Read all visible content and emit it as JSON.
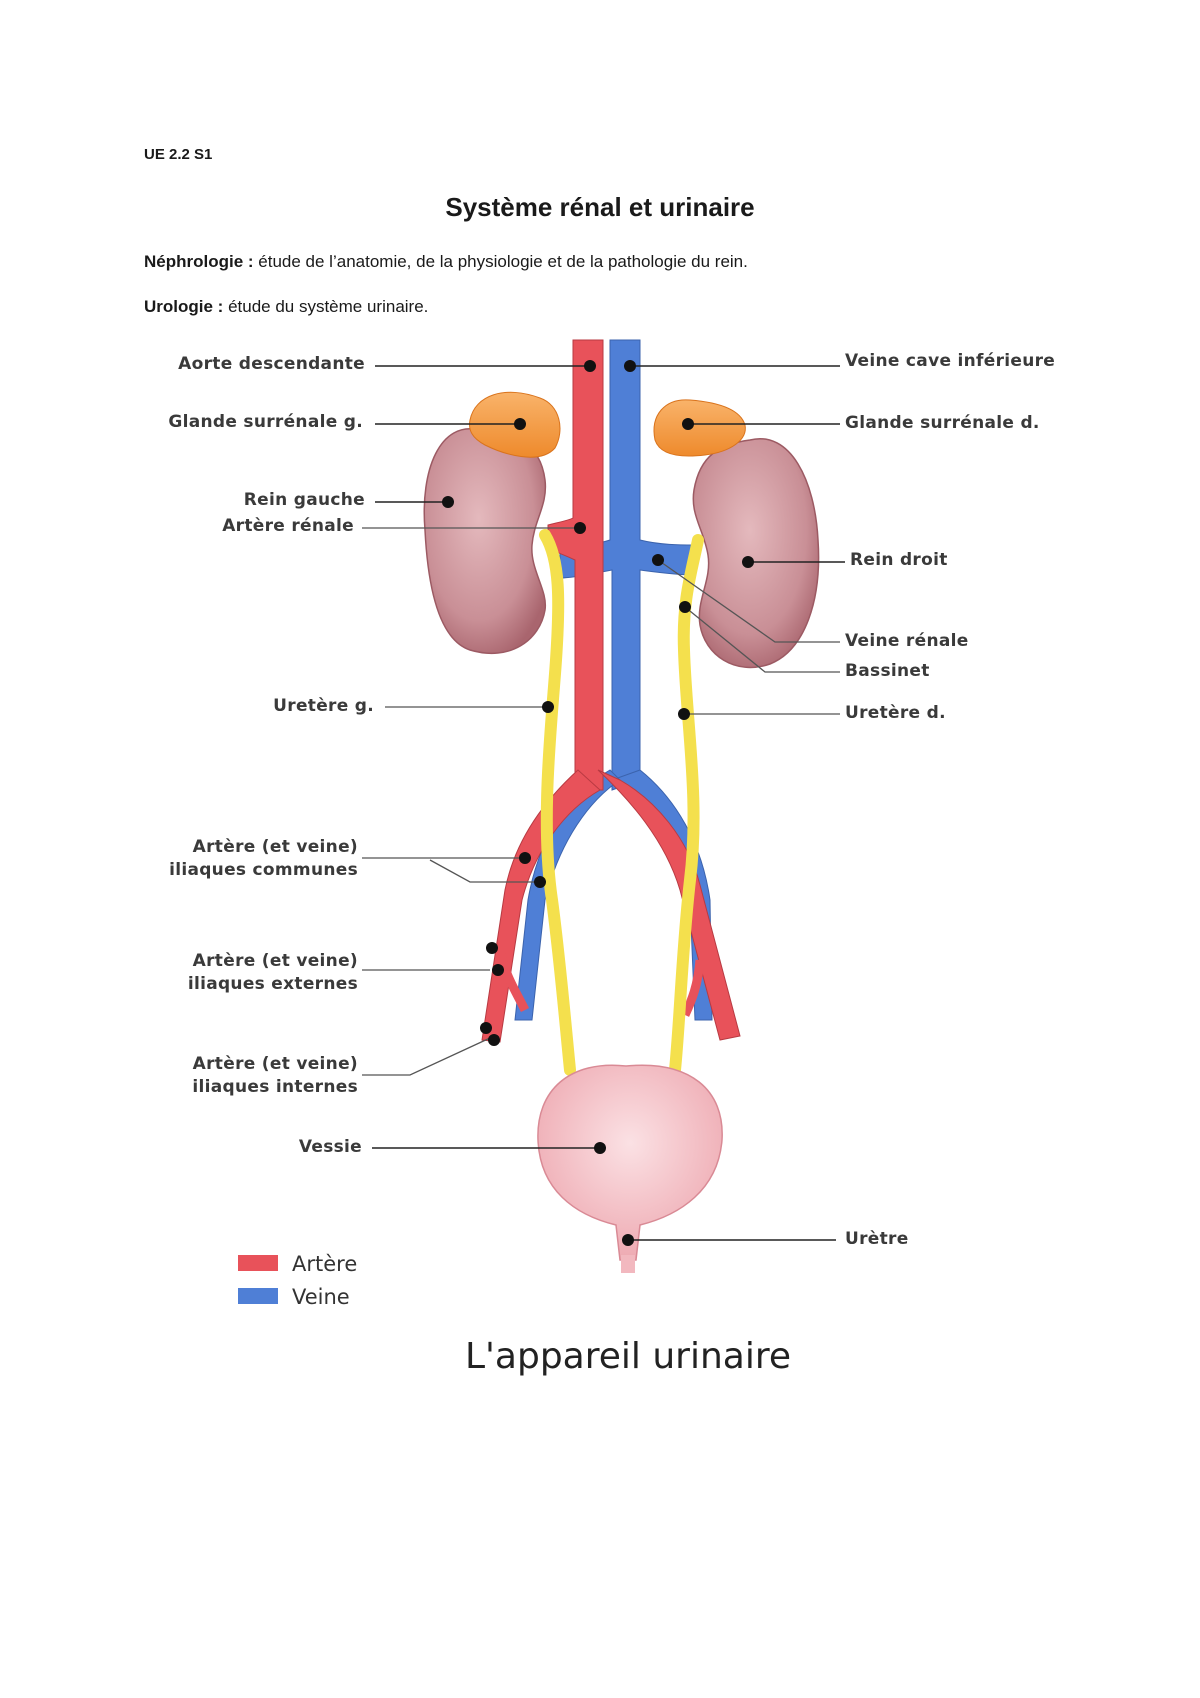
{
  "header": {
    "course": "UE 2.2 S1"
  },
  "title": "Système rénal et urinaire",
  "definitions": [
    {
      "term": "Néphrologie :",
      "text": " étude de l’anatomie, de la physiologie et de la pathologie du rein."
    },
    {
      "term": "Urologie :",
      "text": " étude du système urinaire."
    }
  ],
  "figure": {
    "labels": {
      "aorte": "Aorte descendante",
      "veine_cave": "Veine cave inférieure",
      "glande_g": "Glande surrénale g.",
      "glande_d": "Glande surrénale d.",
      "rein_gauche": "Rein gauche",
      "artere_renale": "Artère rénale",
      "rein_droit": "Rein droit",
      "veine_renale": "Veine rénale",
      "bassinet": "Bassinet",
      "uretere_g": "Uretère g.",
      "uretere_d": "Uretère d.",
      "iliaques_communes_1": "Artère (et veine)",
      "iliaques_communes_2": "iliaques communes",
      "iliaques_externes_1": "Artère (et veine)",
      "iliaques_externes_2": "iliaques externes",
      "iliaques_internes_1": "Artère (et veine)",
      "iliaques_internes_2": "iliaques internes",
      "vessie": "Vessie",
      "uretre": "Urètre"
    },
    "legend": [
      {
        "label": "Artère",
        "color": "#e8525a"
      },
      {
        "label": "Veine",
        "color": "#4f7fd6"
      }
    ],
    "caption": "L'appareil urinaire"
  }
}
